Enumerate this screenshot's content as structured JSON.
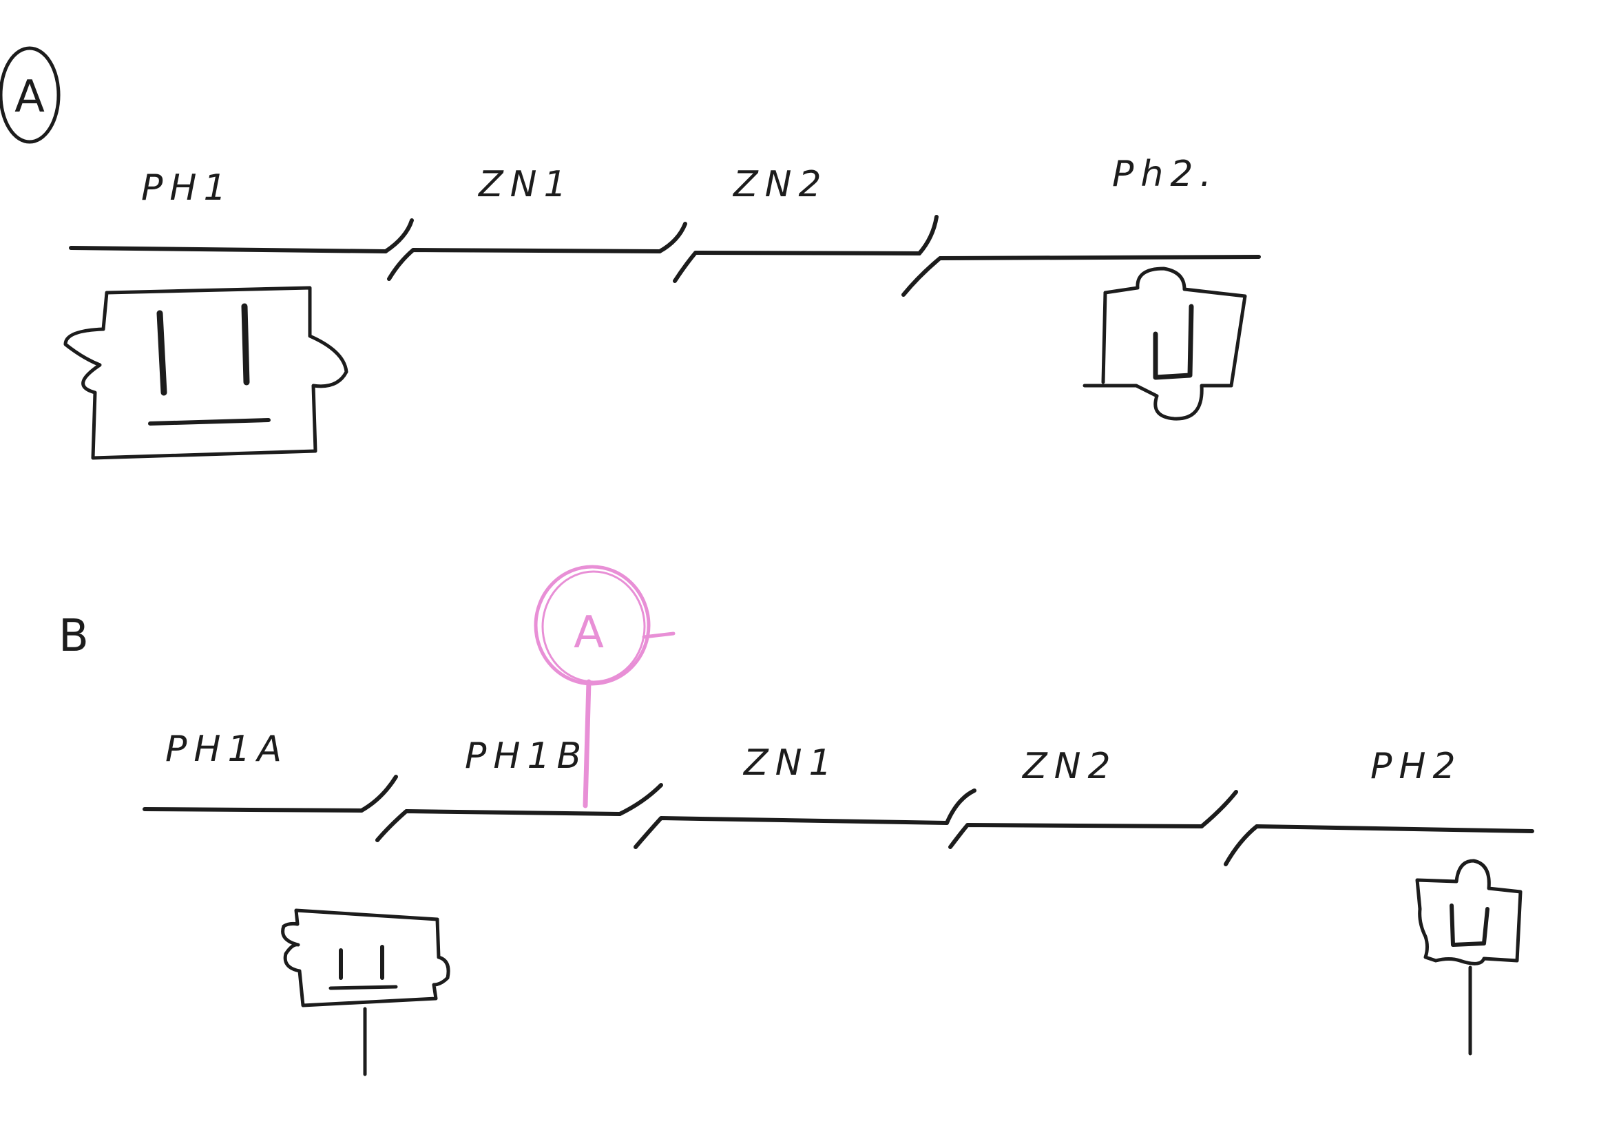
{
  "colors": {
    "ink": "#1c1c1c",
    "highlight": "#e88fd6",
    "paper": "#ffffff"
  },
  "diagram_a": {
    "marker": "A",
    "segments": [
      "PH1",
      "ZN1",
      "ZN2",
      "Ph2."
    ],
    "left_symbol": "double-bar-puzzle-icon",
    "right_symbol": "u-shape-puzzle-icon"
  },
  "diagram_b": {
    "marker": "B",
    "segments": [
      "PH1A",
      "PH1B",
      "ZN1",
      "ZN2",
      "PH2"
    ],
    "left_symbol": "double-bar-puzzle-icon",
    "right_symbol": "u-shape-puzzle-icon",
    "callout": {
      "marker": "A",
      "color": "#e88fd6"
    }
  }
}
